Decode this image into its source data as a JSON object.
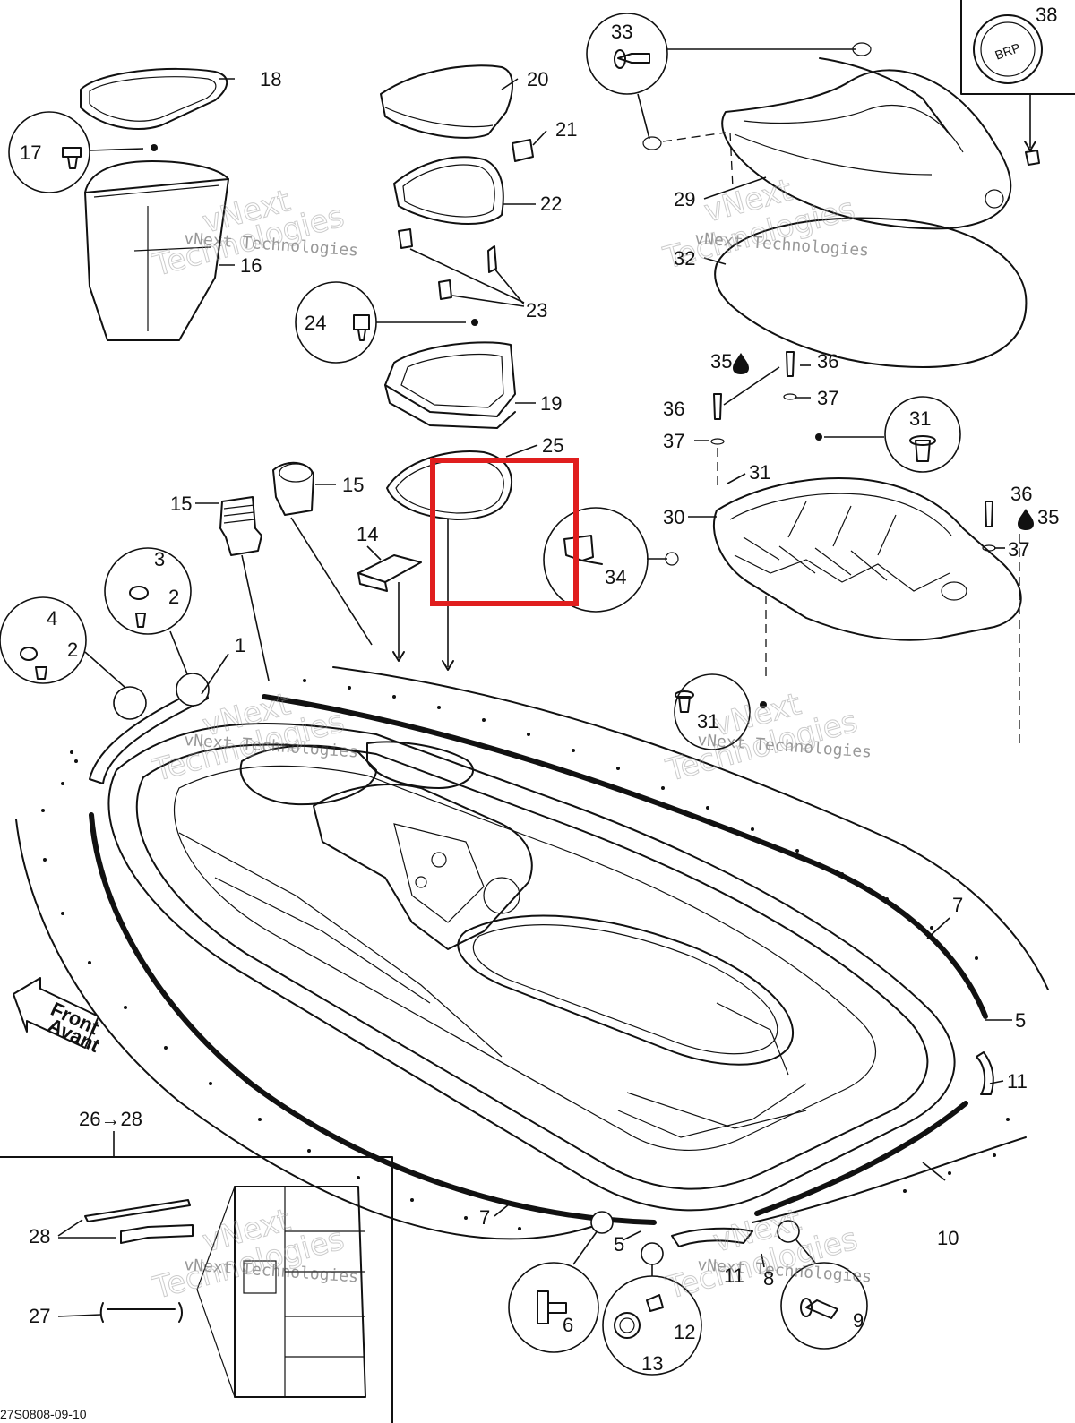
{
  "labels": {
    "n1": "1",
    "n2": "2",
    "n3": "3",
    "n4": "4",
    "n5": "5",
    "n6": "6",
    "n7": "7",
    "n8": "8",
    "n9": "9",
    "n10": "10",
    "n11": "11",
    "n12": "12",
    "n13": "13",
    "n14": "14",
    "n15": "15",
    "n16": "16",
    "n17": "17",
    "n18": "18",
    "n19": "19",
    "n20": "20",
    "n21": "21",
    "n22": "22",
    "n23": "23",
    "n24": "24",
    "n25": "25",
    "n26_28": "26→28",
    "n27": "27",
    "n28": "28",
    "n29": "29",
    "n30": "30",
    "n31": "31",
    "n32": "32",
    "n33": "33",
    "n34": "34",
    "n35": "35",
    "n36": "36",
    "n37": "37",
    "n38": "38"
  },
  "front_arrow": {
    "line1": "Front",
    "line2": "Avant"
  },
  "logo_text": "BRP",
  "watermark": {
    "company": "vNext Technologies",
    "line1": "vNext",
    "line2": "Technologies"
  },
  "drawing_code": "27S0808-09-10",
  "highlight_color": "#e01e1e"
}
